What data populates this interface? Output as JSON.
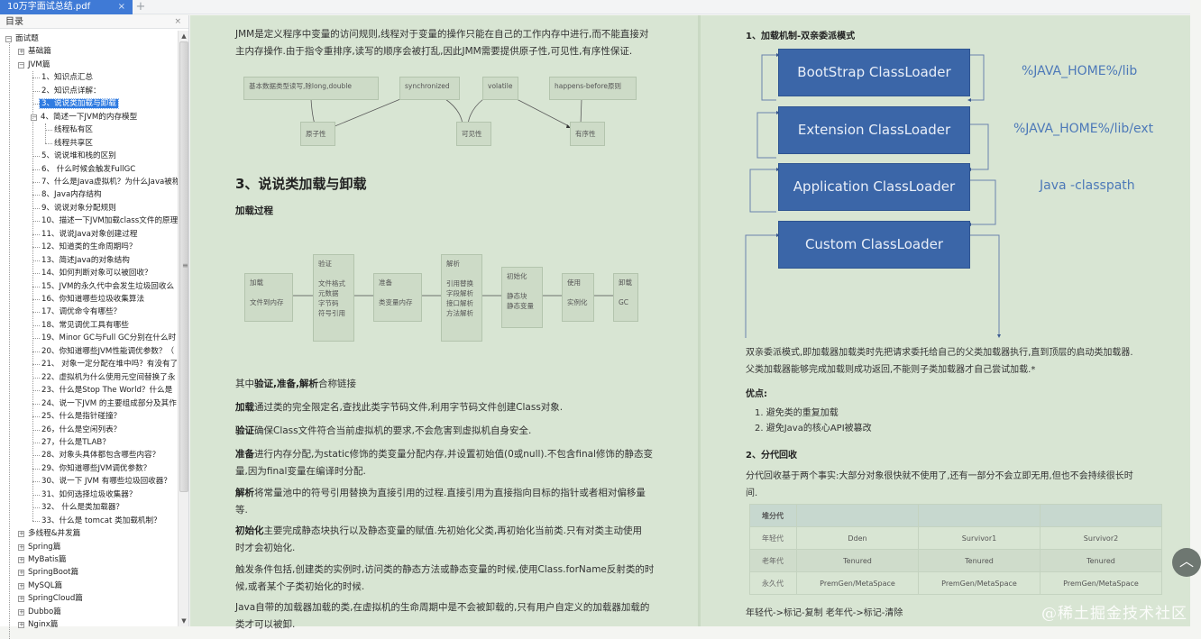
{
  "tabs": [
    {
      "label": "10万字面试总结.pdf",
      "close": "×",
      "active": true
    }
  ],
  "tab_add": "+",
  "sidebar": {
    "title": "目录",
    "close": "×",
    "root": "面试题",
    "sections_before": [
      {
        "label": "基础篇",
        "expanded": false
      }
    ],
    "jvm": {
      "label": "JVM篇",
      "expanded": true
    },
    "jvm_items": [
      "1、知识点汇总",
      "2、知识点详解：",
      "3、说说类加载与卸载",
      "4、简述一下JVM的内存模型",
      "线程私有区",
      "线程共享区",
      "5、说说堆和栈的区别",
      "6、 什么时候会触发FullGC",
      "7、什么是Java虚拟机？为什么Java被称",
      "8、Java内存结构",
      "9、说说对象分配规则",
      "10、描述一下JVM加载class文件的原理",
      "11、说说Java对象创建过程",
      "12、知道类的生命周期吗？",
      "13、简述Java的对象结构",
      "14、如何判断对象可以被回收？",
      "15、JVM的永久代中会发生垃圾回收么",
      "16、你知道哪些垃圾收集算法",
      "17、调优命令有哪些？",
      "18、常见调优工具有哪些",
      "19、Minor GC与Full GC分别在什么时",
      "20、你知道哪些JVM性能调优参数？（",
      "21、 对象一定分配在堆中吗？有没有了",
      "22、虚拟机为什么使用元空间替换了永",
      "23、什么是Stop The World？什么是",
      "24、说一下JVM 的主要组成部分及其作",
      "25、什么是指针碰撞？",
      "26，什么是空闲列表？",
      "27，什么是TLAB？",
      "28、对象头具体都包含哪些内容？",
      "29、你知道哪些JVM调优参数？",
      "30、说一下 JVM 有哪些垃圾回收器？",
      "31、如何选择垃圾收集器？",
      "32、 什么是类加载器？",
      "33、什么是 tomcat 类加载机制？"
    ],
    "selected_index": 2,
    "sections_after": [
      "多线程&并发篇",
      "Spring篇",
      "MyBatis篇",
      "SpringBoot篇",
      "MySQL篇",
      "SpringCloud篇",
      "Dubbo篇",
      "Nginx篇"
    ]
  },
  "left_page": {
    "intro": [
      "JMM是定义程序中变量的访问规则,线程对于变量的操作只能在自己的工作内存中进行,而不能直接对",
      "主内存操作.由于指令重排序,读写的顺序会被打乱,因此JMM需要提供原子性,可见性,有序性保证."
    ],
    "jmm_diagram": {
      "sources": [
        "基本数据类型读写,除long,double",
        "synchronized",
        "volatile",
        "happens-before原则"
      ],
      "targets": [
        "原子性",
        "可见性",
        "有序性"
      ]
    },
    "heading": "3、说说类加载与卸载",
    "subheading": "加载过程",
    "load_diagram": [
      {
        "title": "加载",
        "lines": [
          "文件到内存"
        ]
      },
      {
        "title": "验证",
        "lines": [
          "文件格式",
          "元数据",
          "字节码",
          "符号引用"
        ]
      },
      {
        "title": "准备",
        "lines": [
          "类变量内存"
        ]
      },
      {
        "title": "解析",
        "lines": [
          "引用替换",
          "字段解析",
          "接口解析",
          "方法解析"
        ]
      },
      {
        "title": "初始化",
        "lines": [
          "静态块",
          "静态变量"
        ]
      },
      {
        "title": "使用",
        "lines": [
          "实例化"
        ]
      },
      {
        "title": "卸载",
        "lines": [
          "GC"
        ]
      }
    ],
    "linking": {
      "pre": "其中",
      "bold": "验证,准备,解析",
      "post": "合称链接"
    },
    "paras": [
      {
        "bold": "加载",
        "text": [
          "通过类的完全限定名,查找此类字节码文件,利用字节码文件创建Class对象."
        ]
      },
      {
        "bold": "验证",
        "text": [
          "确保Class文件符合当前虚拟机的要求,不会危害到虚拟机自身安全."
        ]
      },
      {
        "bold": "准备",
        "text": [
          "进行内存分配,为static修饰的类变量分配内存,并设置初始值(0或null).不包含final修饰的静态变",
          "量,因为final变量在编译时分配."
        ]
      },
      {
        "bold": "解析",
        "text": [
          "将常量池中的符号引用替换为直接引用的过程.直接引用为直接指向目标的指针或者相对偏移量",
          "等."
        ]
      },
      {
        "bold": "初始化",
        "text": [
          "主要完成静态块执行以及静态变量的赋值.先初始化父类,再初始化当前类.只有对类主动使用",
          "时才会初始化."
        ]
      },
      {
        "bold": "",
        "text": [
          "触发条件包括,创建类的实例时,访问类的静态方法或静态变量的时候,使用Class.forName反射类的时",
          "候,或者某个子类初始化的时候."
        ]
      },
      {
        "bold": "",
        "text": [
          "Java自带的加载器加载的类,在虚拟机的生命周期中是不会被卸载的,只有用户自定义的加载器加载的",
          "类才可以被卸."
        ]
      }
    ]
  },
  "right_page": {
    "heading1": "1、加载机制-双亲委派模式",
    "loaders": [
      {
        "name": "BootStrap ClassLoader",
        "path": "%JAVA_HOME%/lib"
      },
      {
        "name": "Extension ClassLoader",
        "path": "%JAVA_HOME%/lib/ext"
      },
      {
        "name": "Application ClassLoader",
        "path": "Java -classpath"
      },
      {
        "name": "Custom ClassLoader",
        "path": ""
      }
    ],
    "delegation_text": [
      "双亲委派模式,即加载器加载类时先把请求委托给自己的父类加载器执行,直到顶层的启动类加载器.",
      "父类加载器能够完成加载则成功返回,不能则子类加载器才自己尝试加载.*"
    ],
    "advantages_title": "优点:",
    "advantages": [
      "1. 避免类的重复加载",
      "2. 避免Java的核心API被篡改"
    ],
    "heading2": "2、分代回收",
    "gen_text": [
      "分代回收基于两个事实:大部分对象很快就不使用了,还有一部分不会立即无用,但也不会持续很长时",
      "间."
    ],
    "table": {
      "header": [
        "堆分代",
        "",
        "",
        ""
      ],
      "rows": [
        [
          "年轻代",
          "Dden",
          "Survivor1",
          "Survivor2"
        ],
        [
          "老年代",
          "Tenured",
          "Tenured",
          "Tenured"
        ],
        [
          "永久代",
          "PremGen/MetaSpace",
          "PremGen/MetaSpace",
          "PremGen/MetaSpace"
        ]
      ]
    },
    "gc_summary": "年轻代->标记-复制 老年代->标记-清除"
  },
  "back_to_top": "^",
  "watermark": "@稀土掘金技术社区"
}
